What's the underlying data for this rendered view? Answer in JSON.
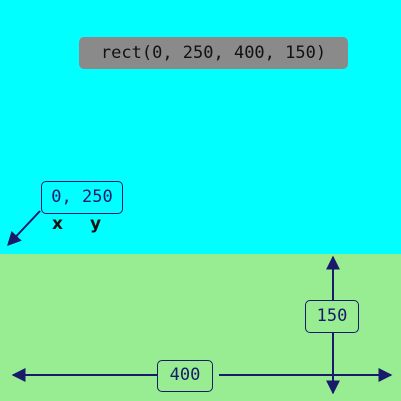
{
  "colors": {
    "sky": "#00ffff",
    "ground": "#98ec92",
    "code_label_bg": "#8a8a8a",
    "arrow": "#1a1a6a"
  },
  "code_label": "rect(0, 250, 400, 150)",
  "origin": {
    "coords": "0, 250",
    "x_label": "x",
    "y_label": "y"
  },
  "dimensions": {
    "width_label": "400",
    "height_label": "150"
  }
}
